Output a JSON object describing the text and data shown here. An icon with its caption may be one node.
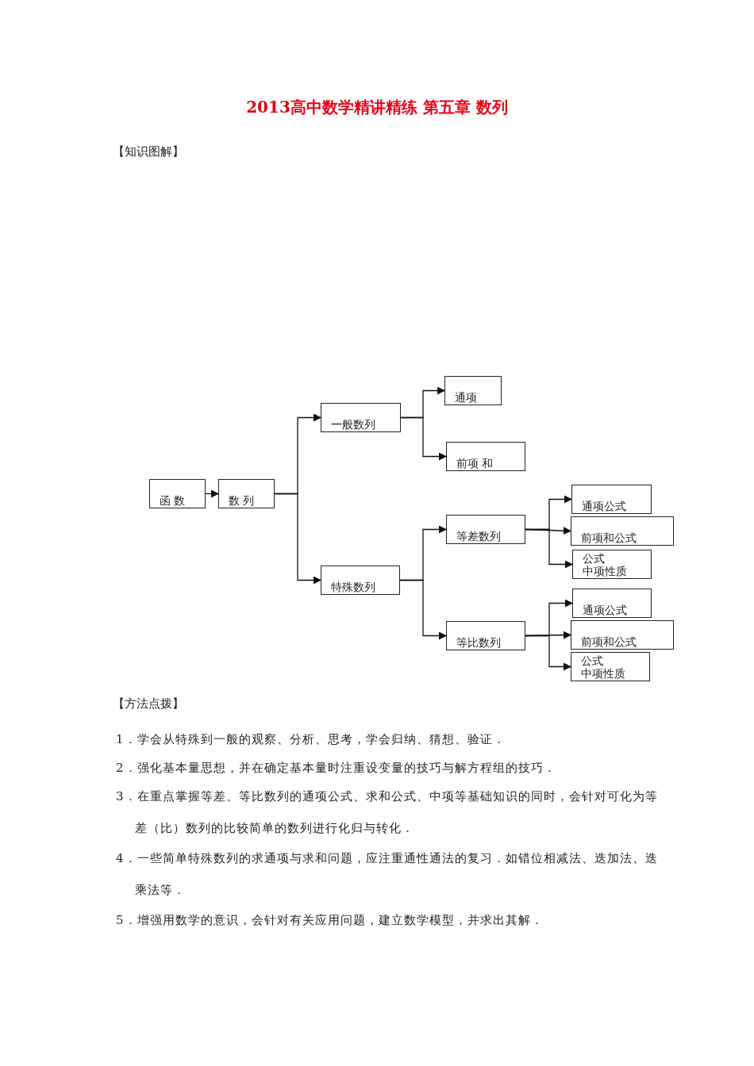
{
  "diagram": {
    "title": "2013高中数学精讲精练 第五章 数列",
    "nodes": [
      {
        "text": [
          "函 数"
        ]
      },
      {
        "text": [
          "数 列"
        ]
      },
      {
        "text": [
          "一般数列"
        ]
      },
      {
        "text": [
          "通项"
        ]
      },
      {
        "text": [
          "前项 和"
        ]
      },
      {
        "text": [
          "特殊数列"
        ]
      },
      {
        "text": [
          "等差数列"
        ]
      },
      {
        "text": [
          "通项公式"
        ]
      },
      {
        "text": [
          "前项和公式"
        ]
      },
      {
        "text": [
          "公式",
          "中项性质"
        ]
      },
      {
        "text": [
          "等比数列"
        ]
      },
      {
        "text": [
          "通项公式"
        ]
      },
      {
        "text": [
          "前项和公式"
        ]
      },
      {
        "text": [
          "公式",
          "中项性质"
        ]
      }
    ],
    "edges": [
      {
        "from": 0,
        "to": 1,
        "arrow": "to"
      },
      {
        "from": 1,
        "to": 2,
        "arrow": "to"
      },
      {
        "from": 1,
        "to": 5,
        "arrow": "to"
      },
      {
        "from": 2,
        "to": 3,
        "arrow": "to"
      },
      {
        "from": 2,
        "to": 4,
        "arrow": "to"
      },
      {
        "from": 5,
        "to": 6,
        "arrow": "to"
      },
      {
        "from": 5,
        "to": 10,
        "arrow": "to"
      },
      {
        "from": 6,
        "to": 7,
        "arrow": "to"
      },
      {
        "from": 6,
        "to": 8,
        "arrow": "to"
      },
      {
        "from": 6,
        "to": 9,
        "arrow": "to"
      },
      {
        "from": 10,
        "to": 11,
        "arrow": "to"
      },
      {
        "from": 10,
        "to": 12,
        "arrow": "to"
      },
      {
        "from": 10,
        "to": 13,
        "arrow": "to"
      }
    ],
    "labels": [
      "【知识图解】",
      "【方法点拨】",
      "1．学会从特殊到一般的观察、分析、思考，学会归纳、猜想、验证．",
      "2．强化基本量思想，并在确定基本量时注重设变量的技巧与解方程组的技巧．",
      "3．在重点掌握等差、等比数列的通项公式、求和公式、中项等基础知识的同时，会针对可化为等差（比）数列的比较简单的数列进行化归与转化．",
      "4．一些简单特殊数列的求通项与求和问题，应注重通性通法的复习．如错位相减法、迭加法、迭乘法等．",
      "5．增强用数学的意识，会针对有关应用问题，建立数学模型，并求出其解．"
    ]
  }
}
